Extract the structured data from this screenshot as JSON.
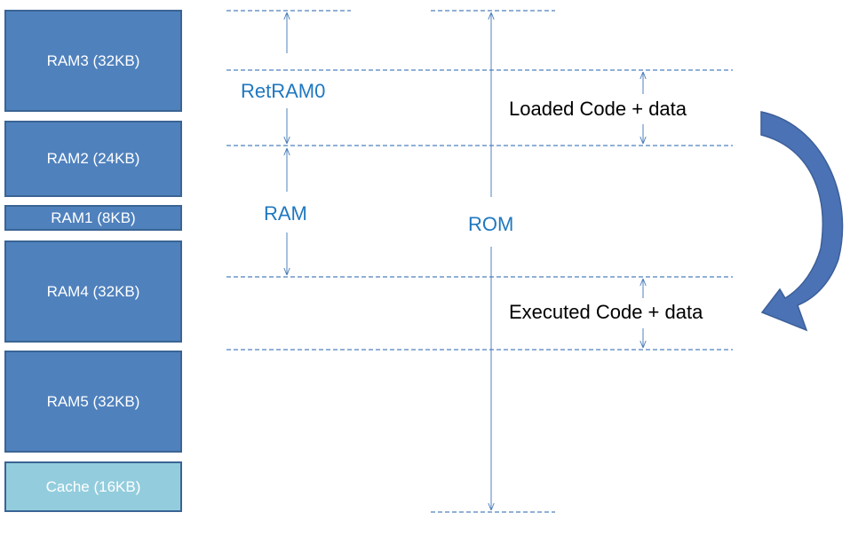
{
  "memory_blocks": [
    {
      "id": "ram3",
      "label": "RAM3 (32KB)",
      "kind": "ram"
    },
    {
      "id": "ram2",
      "label": "RAM2 (24KB)",
      "kind": "ram"
    },
    {
      "id": "ram1",
      "label": "RAM1 (8KB)",
      "kind": "ram"
    },
    {
      "id": "ram4",
      "label": "RAM4 (32KB)",
      "kind": "ram"
    },
    {
      "id": "ram5",
      "label": "RAM5 (32KB)",
      "kind": "ram"
    },
    {
      "id": "cache",
      "label": "Cache (16KB)",
      "kind": "cache"
    }
  ],
  "regions": {
    "retram0": "RetRAM0",
    "ram": "RAM",
    "rom": "ROM",
    "loaded": "Loaded Code + data",
    "executed": "Executed Code + data"
  },
  "colors": {
    "ram_fill": "#4f81bd",
    "ram_border": "#3a6494",
    "cache_fill": "#93cddd",
    "guide_line": "#4f81bd",
    "region_text": "#1f78c0",
    "curved_arrow": "#4a72b5"
  }
}
